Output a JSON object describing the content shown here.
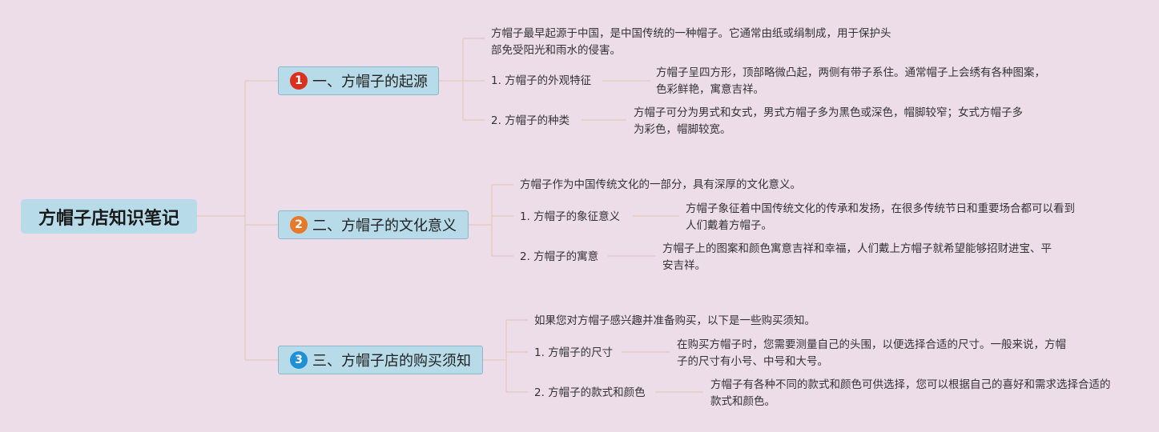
{
  "root": {
    "title": "方帽子店知识笔记"
  },
  "branches": [
    {
      "number": "1",
      "color": "#d9311e",
      "title": "一、方帽子的起源",
      "intro": "方帽子最早起源于中国，是中国传统的一种帽子。它通常由纸或绢制成，用于保护头部免受阳光和雨水的侵害。",
      "items": [
        {
          "label": "1. 方帽子的外观特征",
          "detail": "方帽子呈四方形，顶部略微凸起，两侧有带子系住。通常帽子上会绣有各种图案，色彩鲜艳，寓意吉祥。"
        },
        {
          "label": "2. 方帽子的种类",
          "detail": "方帽子可分为男式和女式，男式方帽子多为黑色或深色，帽脚较窄；女式方帽子多为彩色，帽脚较宽。"
        }
      ]
    },
    {
      "number": "2",
      "color": "#e8792a",
      "title": "二、方帽子的文化意义",
      "intro": "方帽子作为中国传统文化的一部分，具有深厚的文化意义。",
      "items": [
        {
          "label": "1. 方帽子的象征意义",
          "detail": "方帽子象征着中国传统文化的传承和发扬，在很多传统节日和重要场合都可以看到人们戴着方帽子。"
        },
        {
          "label": "2. 方帽子的寓意",
          "detail": "方帽子上的图案和颜色寓意吉祥和幸福，人们戴上方帽子就希望能够招财进宝、平安吉祥。"
        }
      ]
    },
    {
      "number": "3",
      "color": "#1f8fd6",
      "title": "三、方帽子店的购买须知",
      "intro": "如果您对方帽子感兴趣并准备购买，以下是一些购买须知。",
      "items": [
        {
          "label": "1. 方帽子的尺寸",
          "detail": "在购买方帽子时，您需要测量自己的头围，以便选择合适的尺寸。一般来说，方帽子的尺寸有小号、中号和大号。"
        },
        {
          "label": "2. 方帽子的款式和颜色",
          "detail": "方帽子有各种不同的款式和颜色可供选择，您可以根据自己的喜好和需求选择合适的款式和颜色。"
        }
      ]
    }
  ]
}
